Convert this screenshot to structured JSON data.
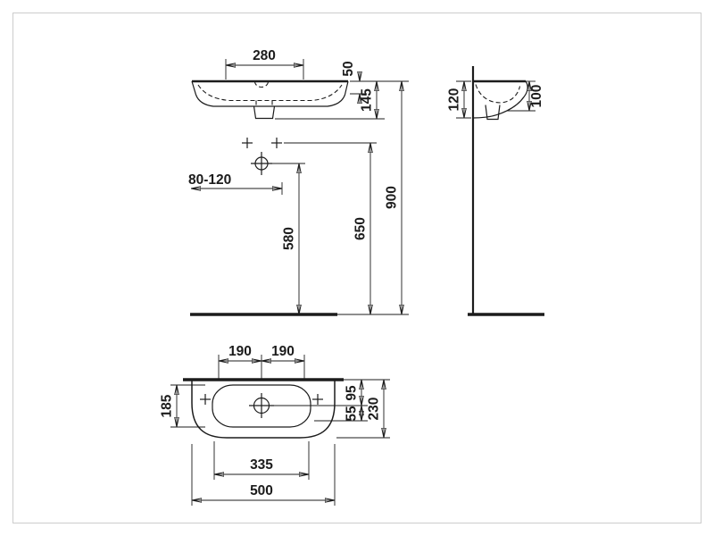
{
  "page": {
    "title": "Washbasin dimensional drawing",
    "background": "#ffffff",
    "frame_color": "#cccccc",
    "line_color": "#1c1c1c",
    "units": "mm"
  },
  "front_view": {
    "dim_bowl_width": "280",
    "dim_rim_to_ledge": "50",
    "dim_body_height": "145",
    "dim_outlet_range": "80-120",
    "dim_drain_height": "580",
    "dim_fixing_height": "650",
    "dim_rim_height": "900"
  },
  "side_view": {
    "dim_back_height": "120",
    "dim_front_height": "100"
  },
  "top_view": {
    "dim_left_offset": "190",
    "dim_right_offset": "190",
    "dim_tap_to_wall": "95",
    "dim_total_depth": "230",
    "dim_bowl_depth": "185",
    "dim_tap_to_bowl": "55",
    "dim_bowl_width": "335",
    "dim_total_width": "500"
  }
}
